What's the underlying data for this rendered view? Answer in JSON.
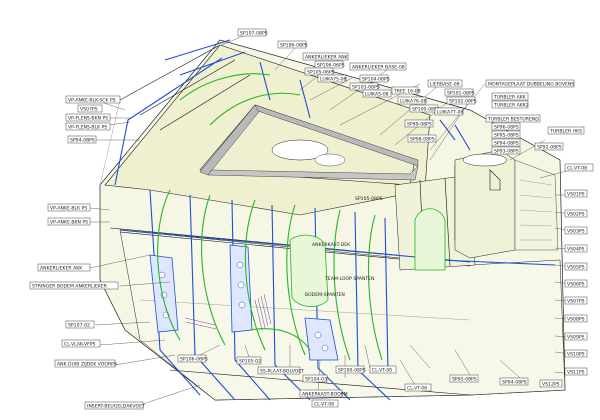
{
  "labels": {
    "top_1": "SP107-08PS",
    "top_2": "SP186-08PS",
    "top_3": "ANKERLIEKER ANK",
    "top_4": "SP106-06PS",
    "top_5": "SP105-06PS",
    "top_6": "LUIKA75-08",
    "top_7": "ANKERLIEKER BASE-08",
    "top_8": "SP104-08PS",
    "top_9": "SP103-08PS",
    "top_10": "LUIKA5-08",
    "top_11": "TREE 16-08",
    "top_12": "LUIKA76-08",
    "top_13": "LIERBASE-08",
    "top_14": "SP101-08PS",
    "top_15": "SP100-08PS",
    "top_16": "SP99-08PS",
    "top_17": "SP98-08PS",
    "top_18": "SP102-08PS",
    "top_19": "LUIKA77-08",
    "top_20": "MONTAGEPLAAT DUBBELING BOVENS",
    "right_1": "TURBLER AKK",
    "right_2": "TURBLER AKK2",
    "right_3": "TURBLER BESTUREND",
    "right_4": "SP96-08PS",
    "right_5": "SP95-08PS",
    "right_6": "SP94-08PS",
    "right_7": "SP93-08PS",
    "right_8": "TURBLER HKS",
    "right_9": "SP92-08PS",
    "right_10": "CL-VT-08",
    "right_11": "VS01PS",
    "right_12": "VS02PS",
    "right_13": "VS03PS",
    "right_14": "VS04PS",
    "right_15": "VS05PS",
    "right_16": "VS06PS",
    "right_17": "VS07PS",
    "right_18": "VS08PS",
    "right_19": "VS09PS",
    "right_20": "VS10PS",
    "right_21": "VS11PS",
    "right_22": "VS12PS",
    "left_1": "VP-ANKE-BLK-SCK PS",
    "left_2": "VS07PS",
    "left_3": "VP-FLENS-BKN PS",
    "left_4": "VP-FLENS-BLK PS",
    "left_5": "SP94-08PS",
    "left_6": "VP-ANKE-BLK PS",
    "left_7": "VP-ANKE-BKN PS",
    "left_8": "ANKERLIEKER AKK",
    "left_9": "STRINGER BODEM ANKERLIEKER",
    "left_10": "SP107-02",
    "left_11": "CL-VLAK-VFPS",
    "left_12": "ANK DUIB ZIJDEK VOORPS",
    "left_13": "SP106-08PS",
    "left_14": "INSERT-BEUGELDAKVOET",
    "bottom_1": "SP105-02",
    "bottom_2": "SS-PLAAT-BOLVOET",
    "bottom_3": "SP104-03",
    "bottom_4": "ANKERKAST-BODEM",
    "bottom_5": "CL-VT-08",
    "bottom_6": "SP100-08PS",
    "bottom_7": "CL-VT-08",
    "bottom_8": "CL-VT-08",
    "bottom_9": "SP95-08PS",
    "bottom_10": "SP94-08PS",
    "center_1": "ANKERKAST-DEK",
    "center_2": "TEAM-LOOP SPANTEN",
    "center_3": "BODEM-SPANTEN",
    "center_4": "SP105-08PS"
  },
  "colors": {
    "blue": "#1f4fd0",
    "green": "#25b526",
    "hull": "#f5f7e4",
    "purple": "#7a3da6"
  }
}
